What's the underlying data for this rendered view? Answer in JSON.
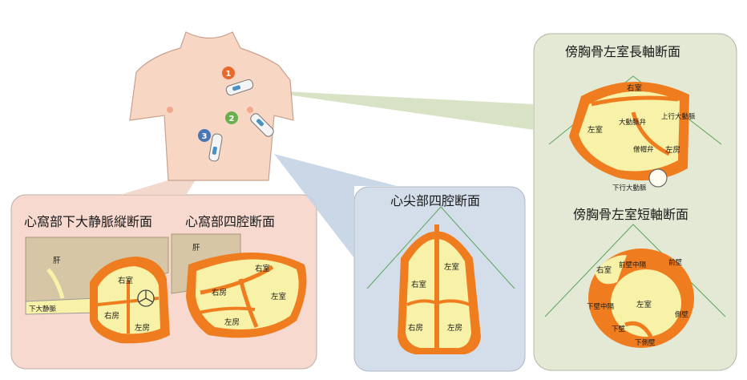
{
  "colors": {
    "skin": "#f7d7c4",
    "skin_outline": "#c9a08f",
    "heart_wall": "#ef7d1f",
    "chamber": "#f7f2a8",
    "liver": "#d6c6a6",
    "panel_subcostal": "#f7d9d0",
    "panel_apical": "#d3deea",
    "panel_parasternal": "#e3e9d4",
    "probe1": "#e86a2b",
    "probe2": "#6ab04c",
    "probe3": "#4a76b8"
  },
  "probes": [
    {
      "number": "1",
      "icon": "ultrasound-probe-icon"
    },
    {
      "number": "2",
      "icon": "ultrasound-probe-icon"
    },
    {
      "number": "3",
      "icon": "ultrasound-probe-icon"
    }
  ],
  "panels": {
    "subcostal": {
      "ivc_title": "心窩部下大静脈縦断面",
      "fourch_title": "心窩部四腔断面",
      "labels": {
        "liver_a": "肝",
        "liver_b": "肝",
        "ivc": "下大静脈",
        "ra_a": "右房",
        "rv_a": "右室",
        "la_a": "左房",
        "rv_b": "右室",
        "ra_b": "右房",
        "lv_b": "左室",
        "la_b": "左房"
      }
    },
    "apical": {
      "title": "心尖部四腔断面",
      "labels": {
        "rv": "右室",
        "lv": "左室",
        "ra": "右房",
        "la": "左房"
      }
    },
    "parasternal_long": {
      "title": "傍胸骨左室長軸断面",
      "labels": {
        "rv": "右室",
        "lv": "左室",
        "aov": "大動脈弁",
        "asc_ao": "上行大動脈",
        "mv": "僧帽弁",
        "la": "左房",
        "desc_ao": "下行大動脈"
      }
    },
    "parasternal_short": {
      "title": "傍胸骨左室短軸断面",
      "labels": {
        "rv": "右室",
        "ant_septum": "前壁中隔",
        "ant_wall": "前壁",
        "post_septum": "下壁中隔",
        "lv": "左室",
        "lat_wall": "側壁",
        "inf_wall": "下壁",
        "inf_lat_wall": "下側壁"
      }
    }
  }
}
